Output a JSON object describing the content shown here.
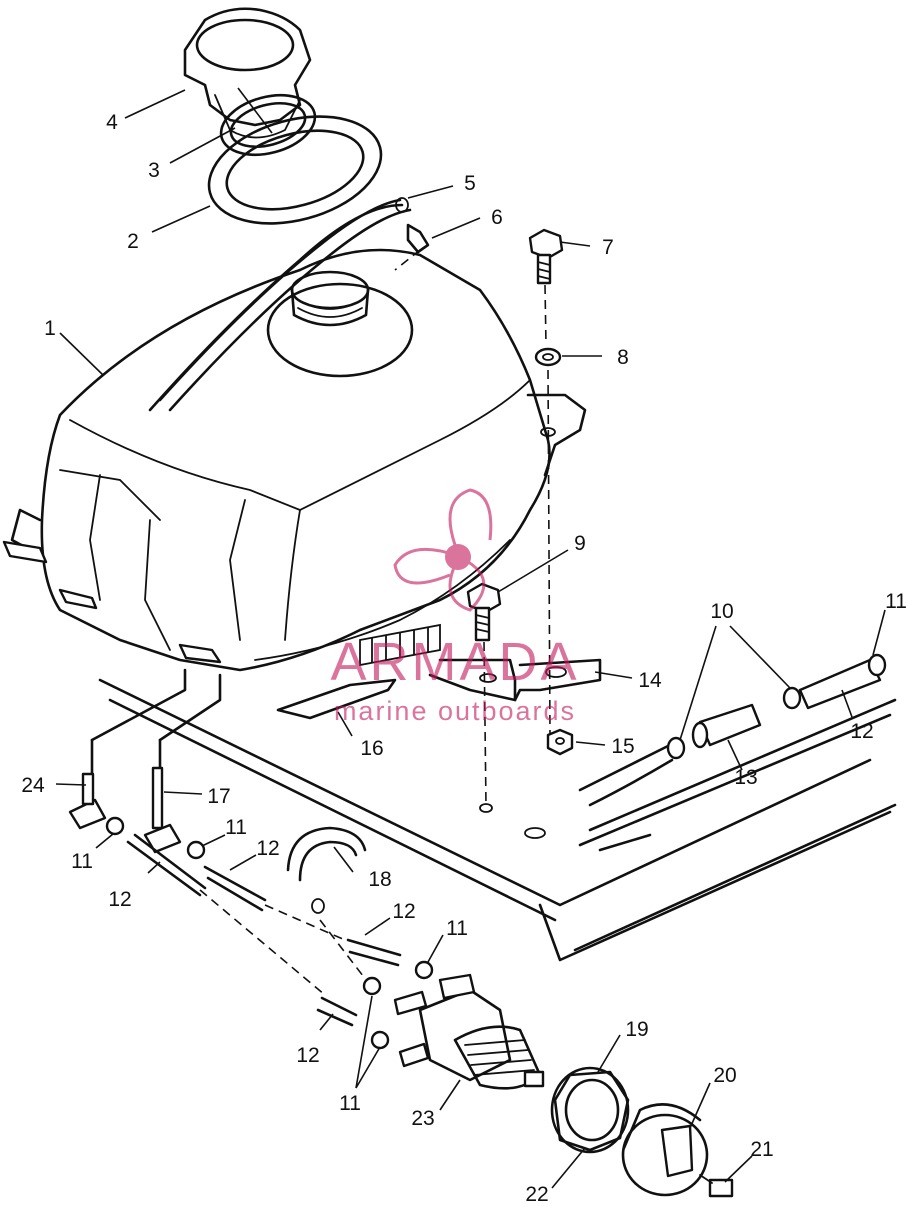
{
  "callouts": [
    "1",
    "2",
    "3",
    "4",
    "5",
    "6",
    "7",
    "8",
    "9",
    "10",
    "11",
    "11",
    "11",
    "11",
    "11",
    "11",
    "12",
    "12",
    "12",
    "12",
    "12",
    "12",
    "13",
    "14",
    "15",
    "16",
    "17",
    "18",
    "19",
    "20",
    "21",
    "22",
    "23",
    "24"
  ],
  "watermark": {
    "brand": "ARMADA",
    "tagline": "marine outboards",
    "color": "#c2185b"
  },
  "colors": {
    "ink": "#111111",
    "paper": "#ffffff"
  }
}
